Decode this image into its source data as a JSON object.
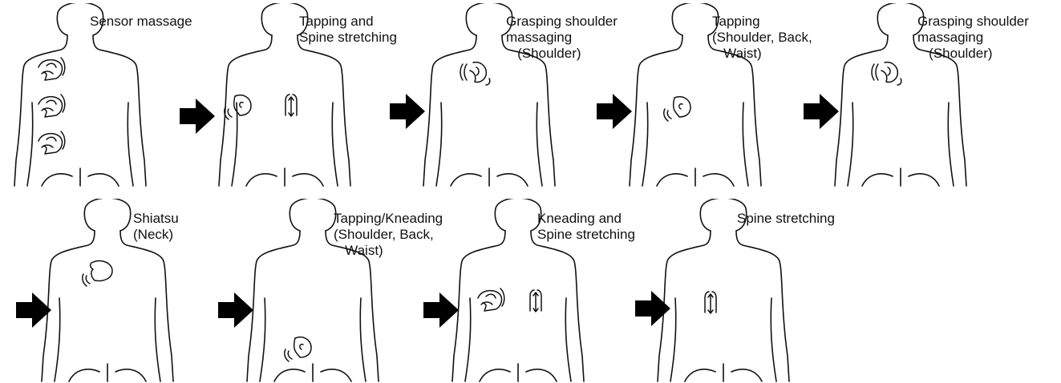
{
  "steps": [
    {
      "label_lines": [
        "Sensor massage"
      ],
      "icons": [
        "knead-hand-icon",
        "knead-hand-icon",
        "knead-hand-icon"
      ]
    },
    {
      "label_lines": [
        "Tapping and",
        "Spine stretching"
      ],
      "icons": [
        "tap-hand-icon",
        "spine-stretch-icon"
      ]
    },
    {
      "label_lines": [
        "Grasping shoulder",
        "massaging",
        "   (Shoulder)"
      ],
      "icons": [
        "grasp-hand-icon"
      ]
    },
    {
      "label_lines": [
        "Tapping",
        "(Shoulder, Back,",
        "   Waist)"
      ],
      "icons": [
        "tap-hand-icon"
      ]
    },
    {
      "label_lines": [
        "Grasping shoulder",
        "massaging",
        "   (Shoulder)"
      ],
      "icons": [
        "grasp-hand-icon"
      ]
    },
    {
      "label_lines": [
        "Shiatsu",
        "(Neck)"
      ],
      "icons": [
        "shiatsu-thumb-icon"
      ]
    },
    {
      "label_lines": [
        "Tapping/Kneading",
        "(Shoulder, Back,",
        "   Waist)"
      ],
      "icons": [
        "tap-hand-icon"
      ]
    },
    {
      "label_lines": [
        "Kneading and",
        "Spine stretching"
      ],
      "icons": [
        "knead-hand-icon",
        "spine-stretch-icon"
      ]
    },
    {
      "label_lines": [
        "Spine stretching"
      ],
      "icons": [
        "spine-stretch-icon"
      ]
    }
  ],
  "arrow_icon": "right-arrow-icon",
  "figure_icon": "back-silhouette-icon",
  "colors": {
    "line": "#111111",
    "arrow": "#000000",
    "background": "#ffffff"
  }
}
